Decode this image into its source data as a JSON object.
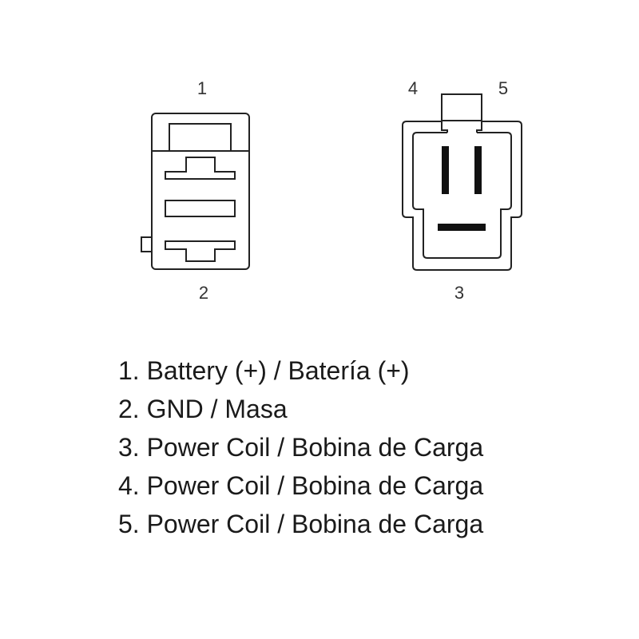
{
  "connector_a": {
    "pin_top_label": "1",
    "pin_bottom_label": "2"
  },
  "connector_b": {
    "pin_left_label": "4",
    "pin_right_label": "5",
    "pin_bottom_label": "3"
  },
  "legend": [
    "1. Battery (+) / Batería (+)",
    "2. GND / Masa",
    "3. Power Coil / Bobina de Carga",
    "4. Power Coil / Bobina de Carga",
    "5. Power Coil / Bobina de Carga"
  ],
  "colors": {
    "stroke": "#222222",
    "text": "#1a1a1a"
  }
}
